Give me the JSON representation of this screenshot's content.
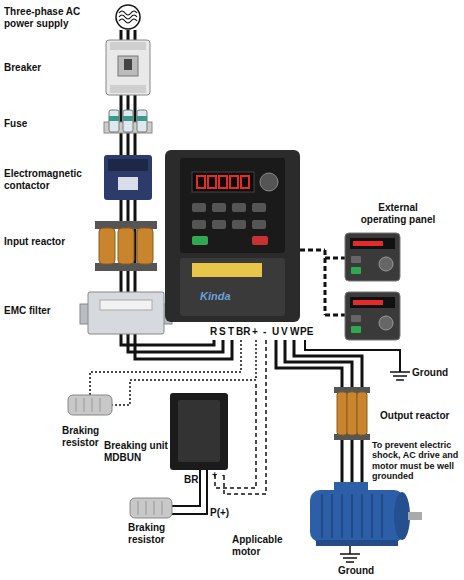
{
  "diagram": {
    "labels": [
      "Three-phase AC power supply",
      "Breaker",
      "Fuse",
      "Electromagnetic contactor",
      "Input reactor",
      "EMC filter",
      "Kinda",
      "External operating panel",
      "R",
      "S",
      "T",
      "BR",
      "+",
      "-",
      "U",
      "V",
      "W",
      "PE",
      "Ground",
      "Output reactor",
      "To prevent electric shock, AC drive and motor must be well grounded",
      "Braking resistor",
      "Breaking unit MDBUN",
      "BR",
      "P(+)",
      "+",
      "-",
      "Braking resistor",
      "Applicable motor",
      "Ground"
    ]
  }
}
